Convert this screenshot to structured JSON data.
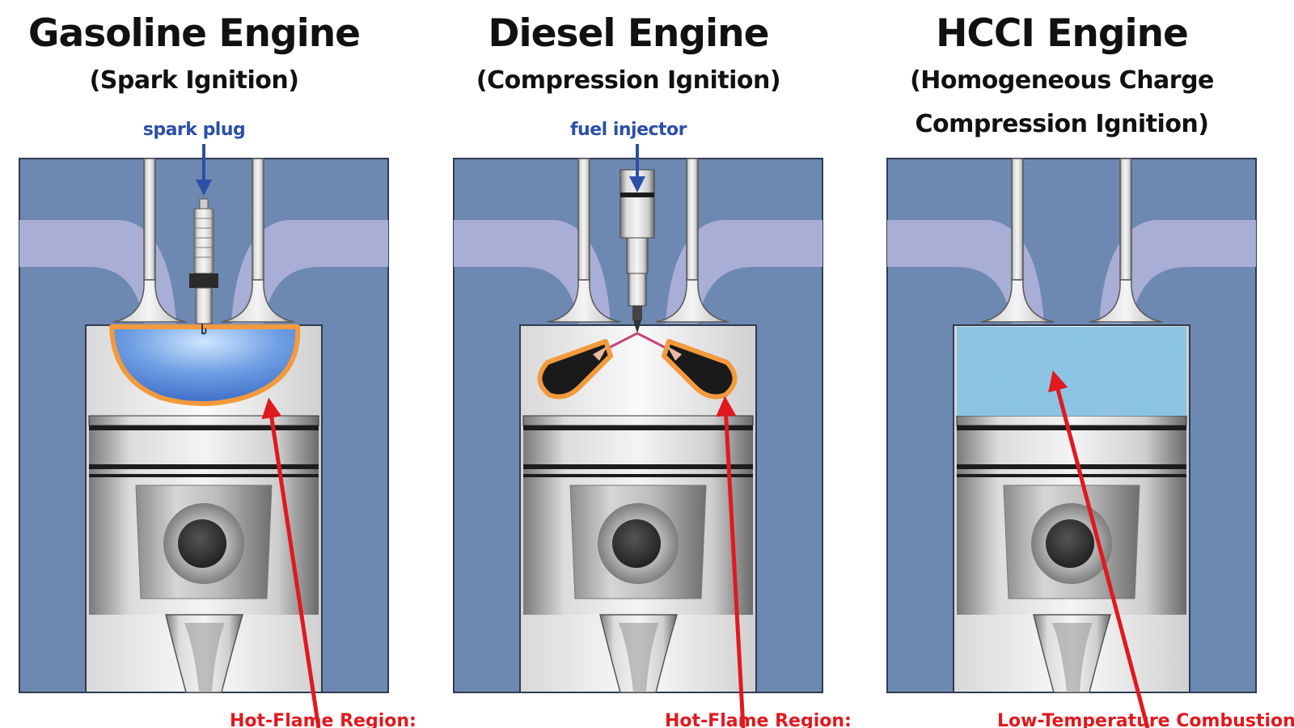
{
  "panels": [
    {
      "title": "Gasoline Engine",
      "subtitle_lines": [
        "(Spark Ignition)"
      ],
      "callout": "spark plug",
      "bottom_label": "Hot-Flame Region:"
    },
    {
      "title": "Diesel Engine",
      "subtitle_lines": [
        "(Compression Ignition)"
      ],
      "callout": "fuel injector",
      "bottom_label": "Hot-Flame Region:"
    },
    {
      "title": "HCCI Engine",
      "subtitle_lines": [
        "(Homogeneous Charge",
        "Compression Ignition)"
      ],
      "callout": "",
      "bottom_label": "Low-Temperature Combustion:"
    }
  ],
  "colors": {
    "block": "#6e89b1",
    "port": "#a9aed6",
    "flame_blue": "#5b8fd9",
    "flame_edge": "#f39a3c",
    "arrow_red": "#e0191f",
    "callout_blue": "#2d4fa6"
  }
}
